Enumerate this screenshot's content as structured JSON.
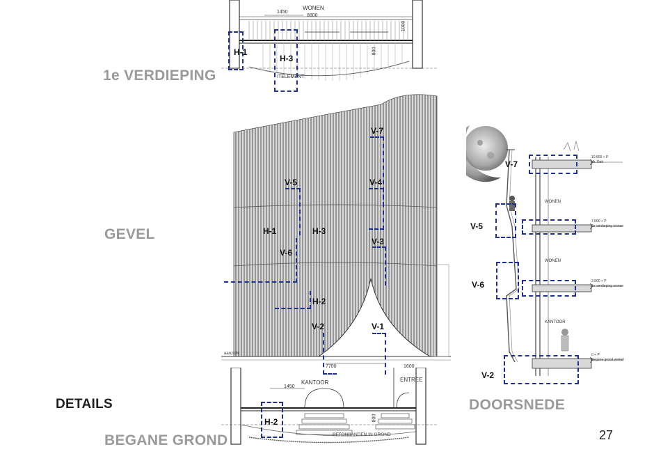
{
  "sections": {
    "first_floor": "1e VERDIEPING",
    "facade": "GEVEL",
    "details": "DETAILS",
    "ground_floor": "BEGANE GROND",
    "section_view": "DOORSNEDE"
  },
  "page_number": "27",
  "top_plan": {
    "room": "WONEN",
    "dims": [
      "1450",
      "8800",
      "1000",
      "800"
    ],
    "note": "ITELEMENT",
    "markers": [
      "H-1",
      "H-3"
    ]
  },
  "facade": {
    "markers": [
      "V-7",
      "V-5",
      "V-4",
      "H-1",
      "H-3",
      "V-6",
      "V-3",
      "H-2",
      "V-2",
      "V-1"
    ],
    "dims": [
      "7700",
      "1600"
    ],
    "side_note": "aanzicht"
  },
  "bottom_plan": {
    "rooms": [
      "KANTOOR",
      "ENTREE"
    ],
    "dims": [
      "1450",
      "800"
    ],
    "note": "BETONBANDEN IN GROND",
    "markers": [
      "H-2"
    ]
  },
  "section_drawing": {
    "markers": [
      "V-7",
      "V-5",
      "V-6",
      "V-2"
    ],
    "rooms": [
      "WONEN",
      "WONEN",
      "KANTOOR"
    ],
    "levels": [
      "10.800 + P",
      "dk. Dak",
      "7.000 + P",
      "2e verdieping wonen",
      "3.900 + P",
      "1e verdieping wonen",
      "0 + P",
      "Begane grond winkel"
    ]
  }
}
